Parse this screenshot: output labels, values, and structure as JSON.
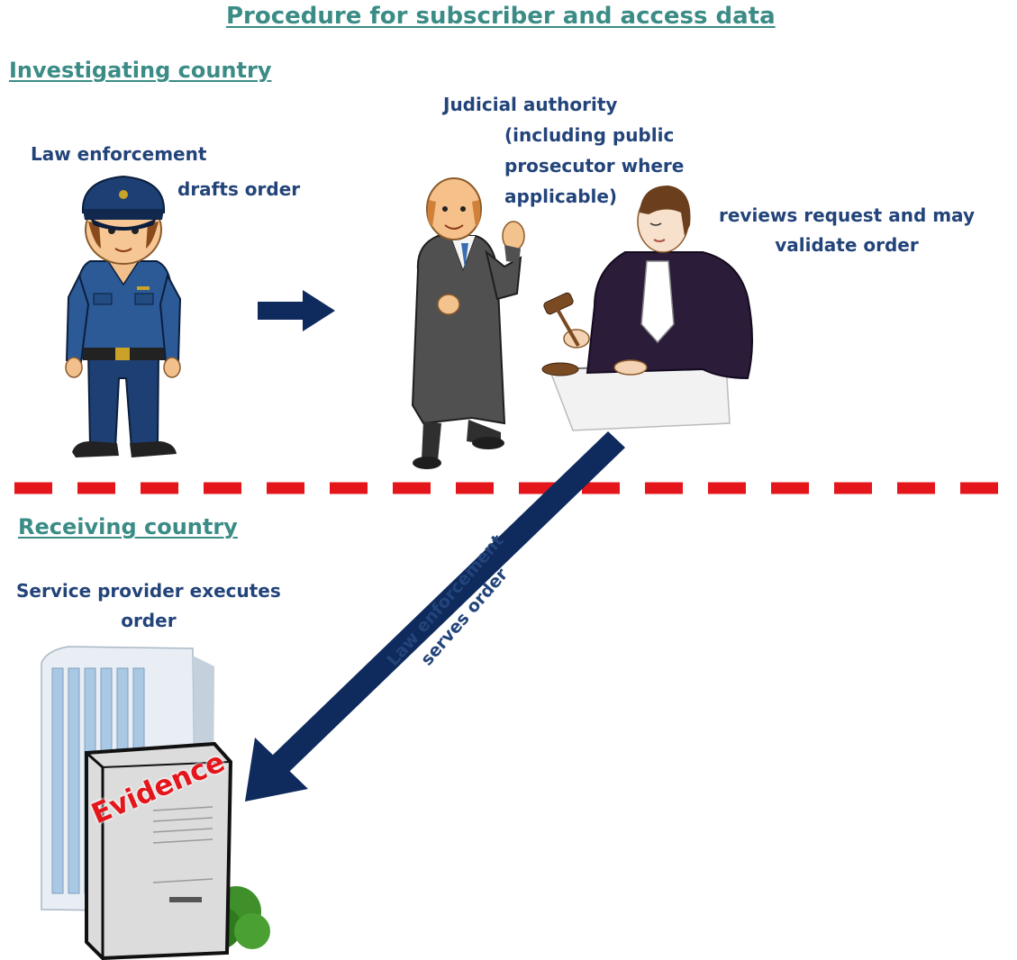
{
  "title": "Procedure for subscriber and access data",
  "investigating": {
    "heading": "Investigating country",
    "law_enforcement_label": "Law enforcement",
    "drafts_label": "drafts order",
    "judicial_lines": [
      "Judicial authority",
      "(including public",
      "prosecutor where",
      "applicable)"
    ],
    "reviews_lines": [
      "reviews request and may",
      "validate order"
    ]
  },
  "receiving": {
    "heading": "Receiving country",
    "service_lines": [
      "Service provider executes",
      "order"
    ],
    "serves_lines": [
      "Law enforcement",
      "serves order"
    ],
    "evidence_label": "Evidence"
  },
  "colors": {
    "heading_teal": "#3b8c86",
    "text_navy": "#23447a",
    "arrow_navy": "#0f2a5c",
    "border_dash_red": "#e4161b",
    "evidence_red": "#e4161b"
  }
}
